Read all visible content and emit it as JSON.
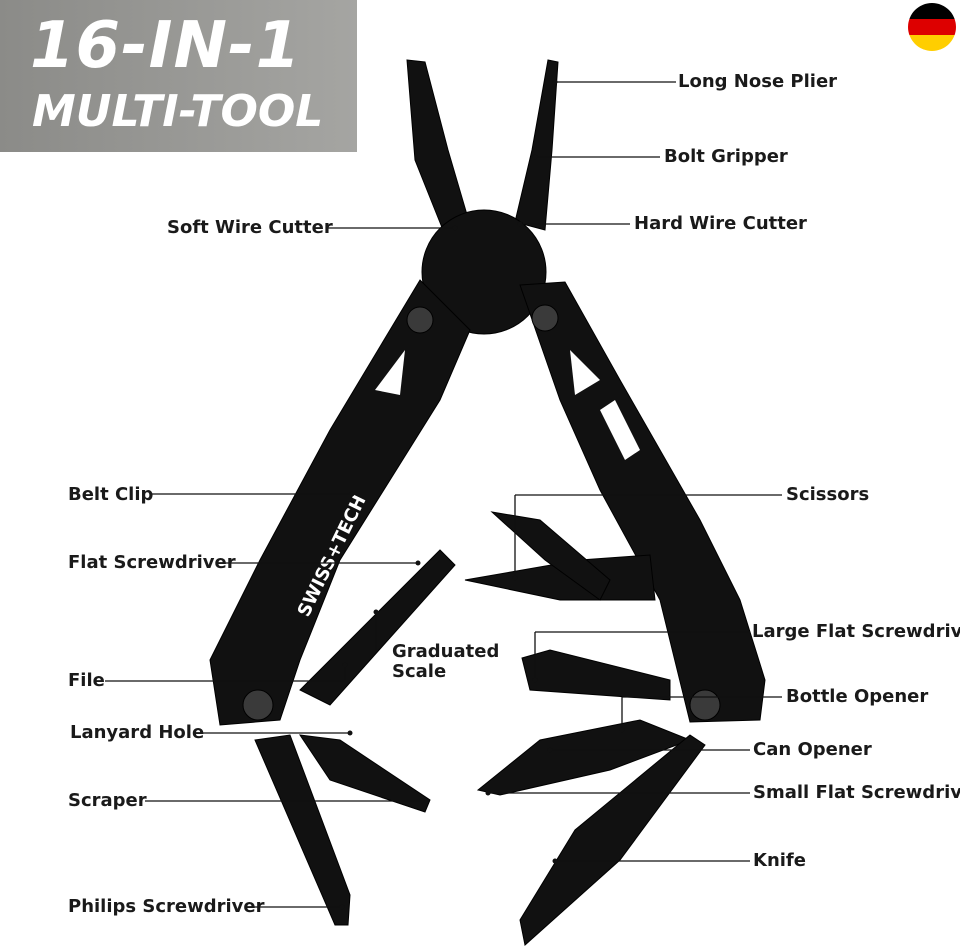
{
  "banner": {
    "line1": "16-IN-1",
    "line2": "MULTI-TOOL"
  },
  "flag": {
    "colors": [
      "#000000",
      "#dd0000",
      "#ffce00"
    ]
  },
  "brand": "SWISS+TECH",
  "labels": {
    "long_nose_plier": "Long Nose Plier",
    "bolt_gripper": "Bolt Gripper",
    "soft_wire_cutter": "Soft Wire Cutter",
    "hard_wire_cutter": "Hard Wire Cutter",
    "belt_clip": "Belt Clip",
    "scissors": "Scissors",
    "flat_screwdriver": "Flat Screwdriver",
    "graduated_scale_1": "Graduated",
    "graduated_scale_2": "Scale",
    "large_flat_screwdriver": "Large Flat Screwdriver",
    "file": "File",
    "bottle_opener": "Bottle Opener",
    "lanyard_hole": "Lanyard Hole",
    "can_opener": "Can Opener",
    "scraper": "Scraper",
    "small_flat_screwdriver": "Small Flat Screwdriver",
    "knife": "Knife",
    "philips_screwdriver": "Philips Screwdriver"
  }
}
